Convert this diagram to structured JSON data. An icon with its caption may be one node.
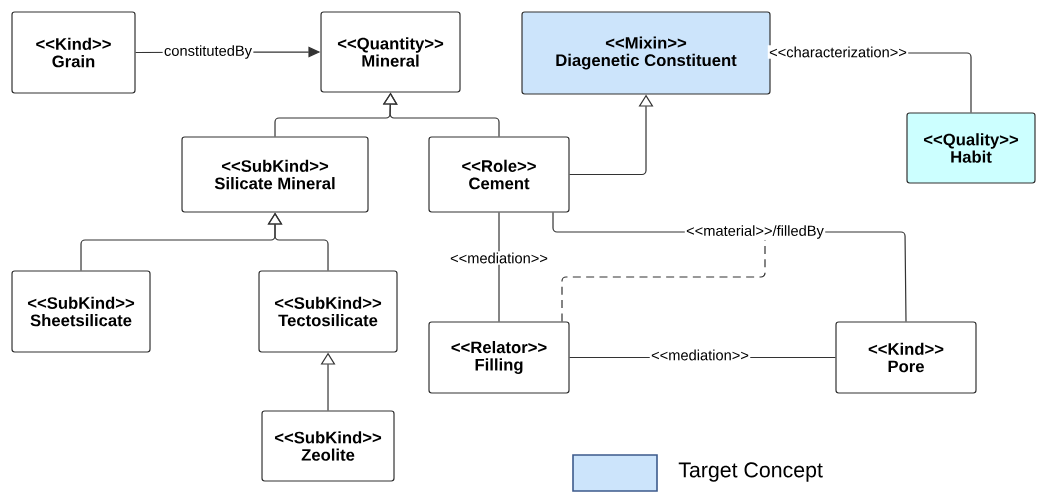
{
  "diagram": {
    "nodes": [
      {
        "text": [
          "<<Kind>>",
          "Grain"
        ]
      },
      {
        "text": [
          "<<Quantity>>",
          "Mineral"
        ]
      },
      {
        "text": [
          "<<Mixin>>",
          "Diagenetic Constituent"
        ]
      },
      {
        "text": [
          "<<Quality>>",
          "Habit"
        ]
      },
      {
        "text": [
          "<<SubKind>>",
          "Silicate Mineral"
        ]
      },
      {
        "text": [
          "<<Role>>",
          "Cement"
        ]
      },
      {
        "text": [
          "<<SubKind>>",
          "Sheetsilicate"
        ]
      },
      {
        "text": [
          "<<SubKind>>",
          "Tectosilicate"
        ]
      },
      {
        "text": [
          "<<SubKind>>",
          "Zeolite"
        ]
      },
      {
        "text": [
          "<<Relator>>",
          "Filling"
        ]
      },
      {
        "text": [
          "<<Kind>>",
          "Pore"
        ]
      }
    ],
    "edges": [
      {
        "from": 0,
        "to": 1,
        "arrow": "to",
        "label": "constitutedBy"
      },
      {
        "from": 4,
        "to": 1,
        "arrow": "to"
      },
      {
        "from": 5,
        "to": 1,
        "arrow": "to"
      },
      {
        "from": 5,
        "to": 2,
        "arrow": "to"
      },
      {
        "from": 2,
        "to": 3,
        "arrow": "none",
        "label": "<<characterization>>"
      },
      {
        "from": 6,
        "to": 4,
        "arrow": "to"
      },
      {
        "from": 7,
        "to": 4,
        "arrow": "to"
      },
      {
        "from": 8,
        "to": 7,
        "arrow": "to"
      },
      {
        "from": 9,
        "to": 5,
        "arrow": "none",
        "label": "<<mediation>>"
      },
      {
        "from": 5,
        "to": 10,
        "arrow": "none",
        "label": "<<material>>/filledBy"
      },
      {
        "from": 9,
        "to": null,
        "arrow": "none",
        "style": "dashed"
      },
      {
        "from": 9,
        "to": 10,
        "arrow": "none",
        "label": "<<mediation>>"
      }
    ],
    "legend": [
      {
        "text": "Target Concept",
        "color": "#cce4fb"
      }
    ]
  }
}
